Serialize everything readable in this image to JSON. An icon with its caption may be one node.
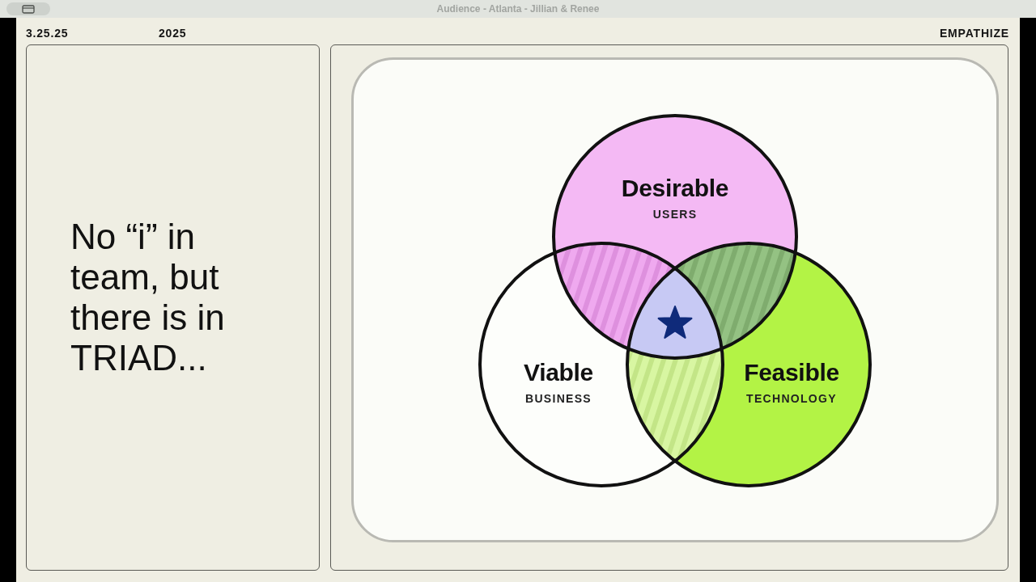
{
  "diagram": {
    "nodes": [
      {
        "text": [
          "No “i” in team, but there is in TRIAD..."
        ]
      },
      {
        "text": [],
        "shape": "box"
      },
      {
        "text": [],
        "shape": "box",
        "in": 1
      },
      {
        "text": [
          "Desirable",
          "USERS"
        ],
        "in": 2
      },
      {
        "text": [
          "Viable",
          "BUSINESS"
        ],
        "in": 2
      },
      {
        "text": [
          "Feasible",
          "TECHNOLOGY"
        ],
        "in": 2
      }
    ],
    "labels": [
      "Audience - Atlanta - Jillian & Renee",
      "3.25.25",
      "2025",
      "EMPATHIZE"
    ]
  }
}
